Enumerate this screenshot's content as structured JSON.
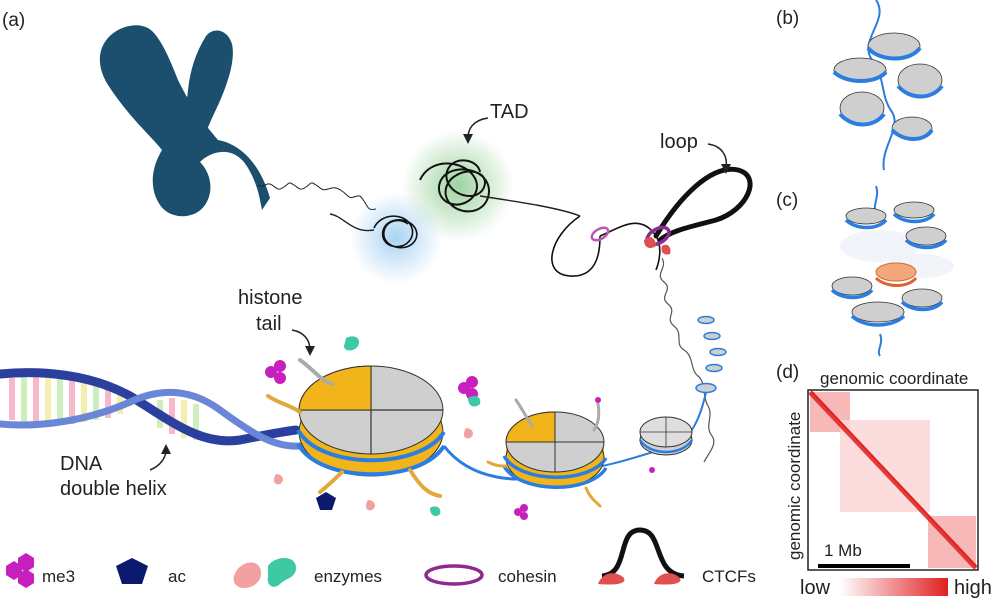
{
  "panels": {
    "a": "(a)",
    "b": "(b)",
    "c": "(c)",
    "d": "(d)"
  },
  "labels": {
    "tad": "TAD",
    "loop": "loop",
    "histone_line1": "histone",
    "histone_line2": "tail",
    "dna_line1": "DNA",
    "dna_line2": "double helix"
  },
  "legend": {
    "me3": "me3",
    "ac": "ac",
    "enzymes": "enzymes",
    "cohesin": "cohesin",
    "ctcfs": "CTCFs"
  },
  "heatmap": {
    "x_axis_label": "genomic coordinate",
    "y_axis_label": "genomic coordinate",
    "scale_bar": "1 Mb",
    "colorbar_low": "low",
    "colorbar_high": "high"
  },
  "colors": {
    "chromosome": "#1c4f6e",
    "tad_glow": "#4caf50",
    "tad_glow_blue": "#6fb6e8",
    "me3": "#c81fbf",
    "ac": "#0b1a6e",
    "enzyme_pink": "#f2a0a0",
    "enzyme_teal": "#3cc9a3",
    "cohesin": "#8e2a8e",
    "ctcf": "#e05050",
    "dna_blue": "#2a7de1",
    "histone_yellow": "#f1b41a",
    "histone_grey": "#cfcfcf",
    "heat_red": "#e02020"
  }
}
